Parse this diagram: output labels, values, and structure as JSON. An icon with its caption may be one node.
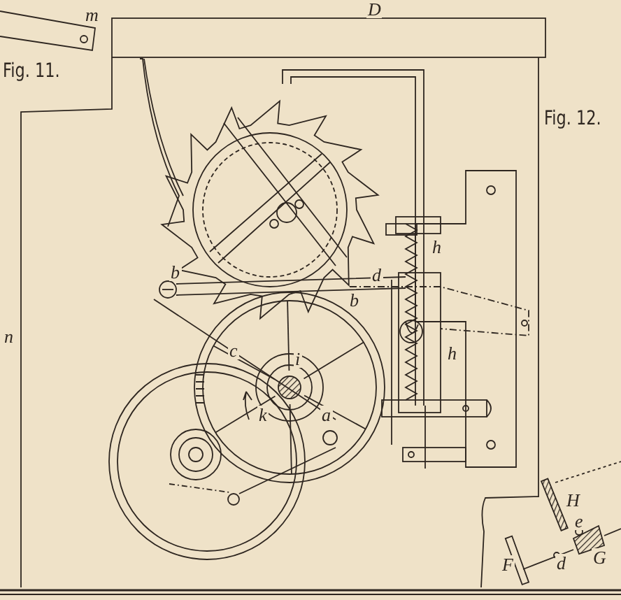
{
  "diagram": {
    "labels": [
      "m",
      "D",
      "Fig. 11.",
      "Fig. 12.",
      "b",
      "d",
      "h",
      "b",
      "n",
      "c",
      "i",
      "h",
      "k",
      "a",
      "H",
      "e",
      "F",
      "d",
      "G"
    ]
  }
}
